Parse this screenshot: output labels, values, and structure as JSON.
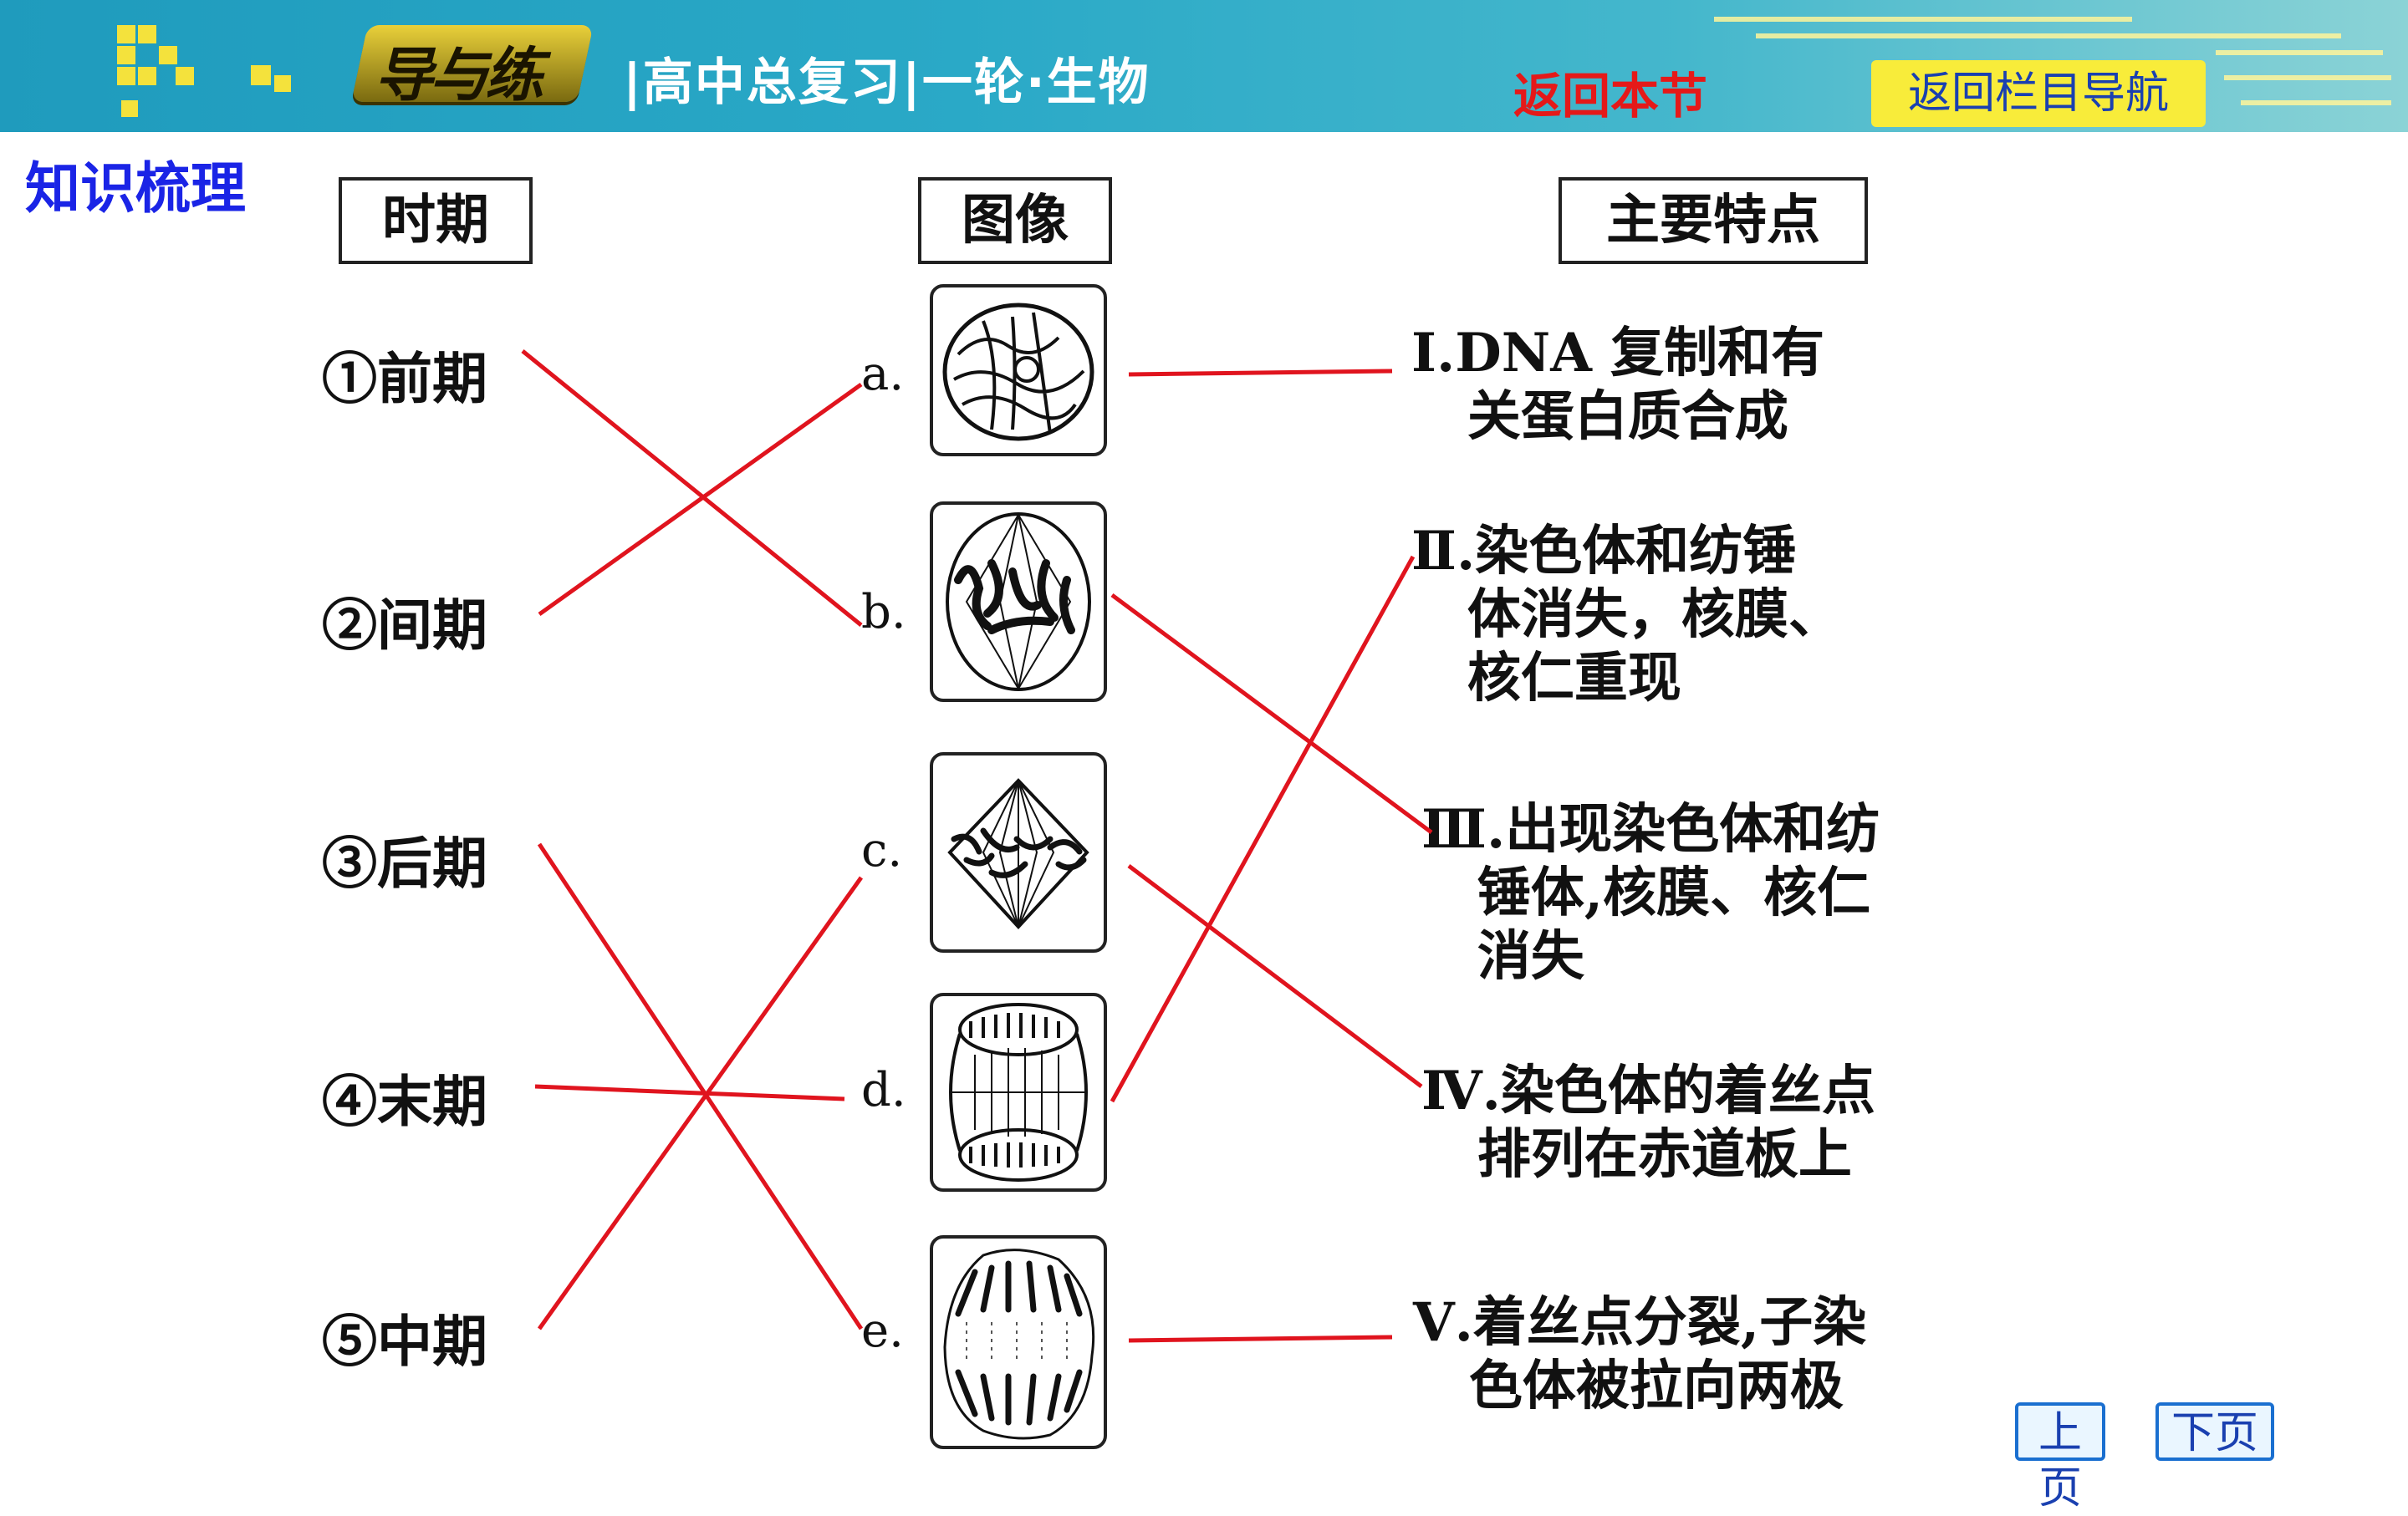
{
  "header": {
    "logo_text": "导与练",
    "title": "|高中总复习|一轮·生物",
    "back_section": "返回本节",
    "back_nav": "返回栏目导航"
  },
  "section_title": "知识梳理",
  "columns": {
    "period": "时期",
    "image": "图像",
    "feature": "主要特点"
  },
  "periods": [
    "①前期",
    "②间期",
    "③后期",
    "④末期",
    "⑤中期"
  ],
  "letters": [
    "a.",
    "b.",
    "c.",
    "d.",
    "e."
  ],
  "features": [
    "Ⅰ.DNA 复制和有\n   关蛋白质合成",
    "Ⅱ.染色体和纺锤\n   体消失，核膜、\n   核仁重现",
    "Ⅲ.出现染色体和纺\n   锤体,核膜、核仁\n   消失",
    "Ⅳ.染色体的着丝点\n   排列在赤道板上",
    "Ⅴ.着丝点分裂,子染\n   色体被拉向两极"
  ],
  "nav": {
    "prev": "上页",
    "next": "下页"
  },
  "colors": {
    "line": "#e0141e",
    "section_title": "#1a24e6",
    "back_section": "#e51919",
    "nav_yellow": "#f8ec3a"
  },
  "icons": [
    "cell-interphase-icon",
    "cell-telophase-icon",
    "cell-metaphase-icon",
    "cell-telophase-icon",
    "cell-anaphase-icon"
  ]
}
